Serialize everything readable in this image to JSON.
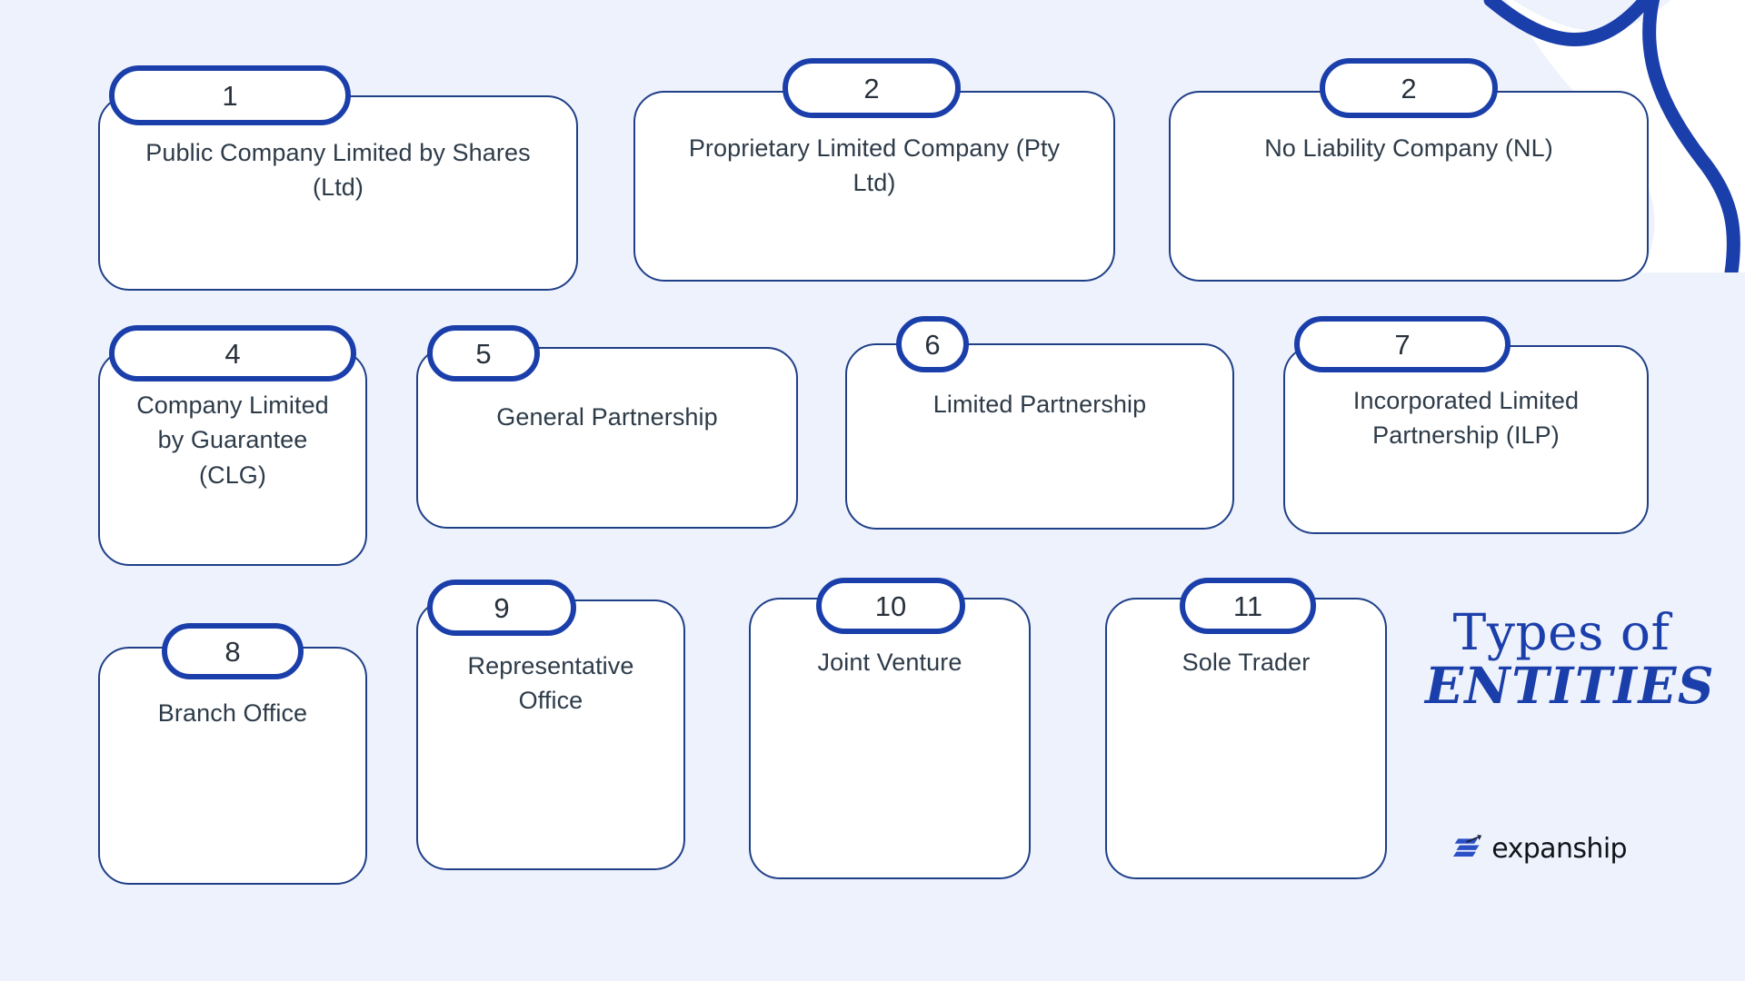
{
  "page": {
    "background_color": "#eef2fd",
    "card_border_color": "#1f3f87",
    "badge_border_color": "#1b3faa",
    "text_color": "#2d3b49",
    "accent_color": "#1b3faa"
  },
  "title": {
    "line1": "Types of",
    "line2": "ENTITIES"
  },
  "logo": {
    "name": "expanship"
  },
  "cards": [
    {
      "number": "1",
      "label": "Public Company Limited by Shares (Ltd)"
    },
    {
      "number": "2",
      "label": "Proprietary Limited Company (Pty Ltd)"
    },
    {
      "number": "2",
      "label": "No Liability Company (NL)"
    },
    {
      "number": "4",
      "label": "Company Limited by Guarantee (CLG)"
    },
    {
      "number": "5",
      "label": "General Partnership"
    },
    {
      "number": "6",
      "label": "Limited Partnership"
    },
    {
      "number": "7",
      "label": "Incorporated Limited Partnership (ILP)"
    },
    {
      "number": "8",
      "label": "Branch Office"
    },
    {
      "number": "9",
      "label": "Representative Office"
    },
    {
      "number": "10",
      "label": "Joint Venture"
    },
    {
      "number": "11",
      "label": "Sole Trader"
    }
  ]
}
